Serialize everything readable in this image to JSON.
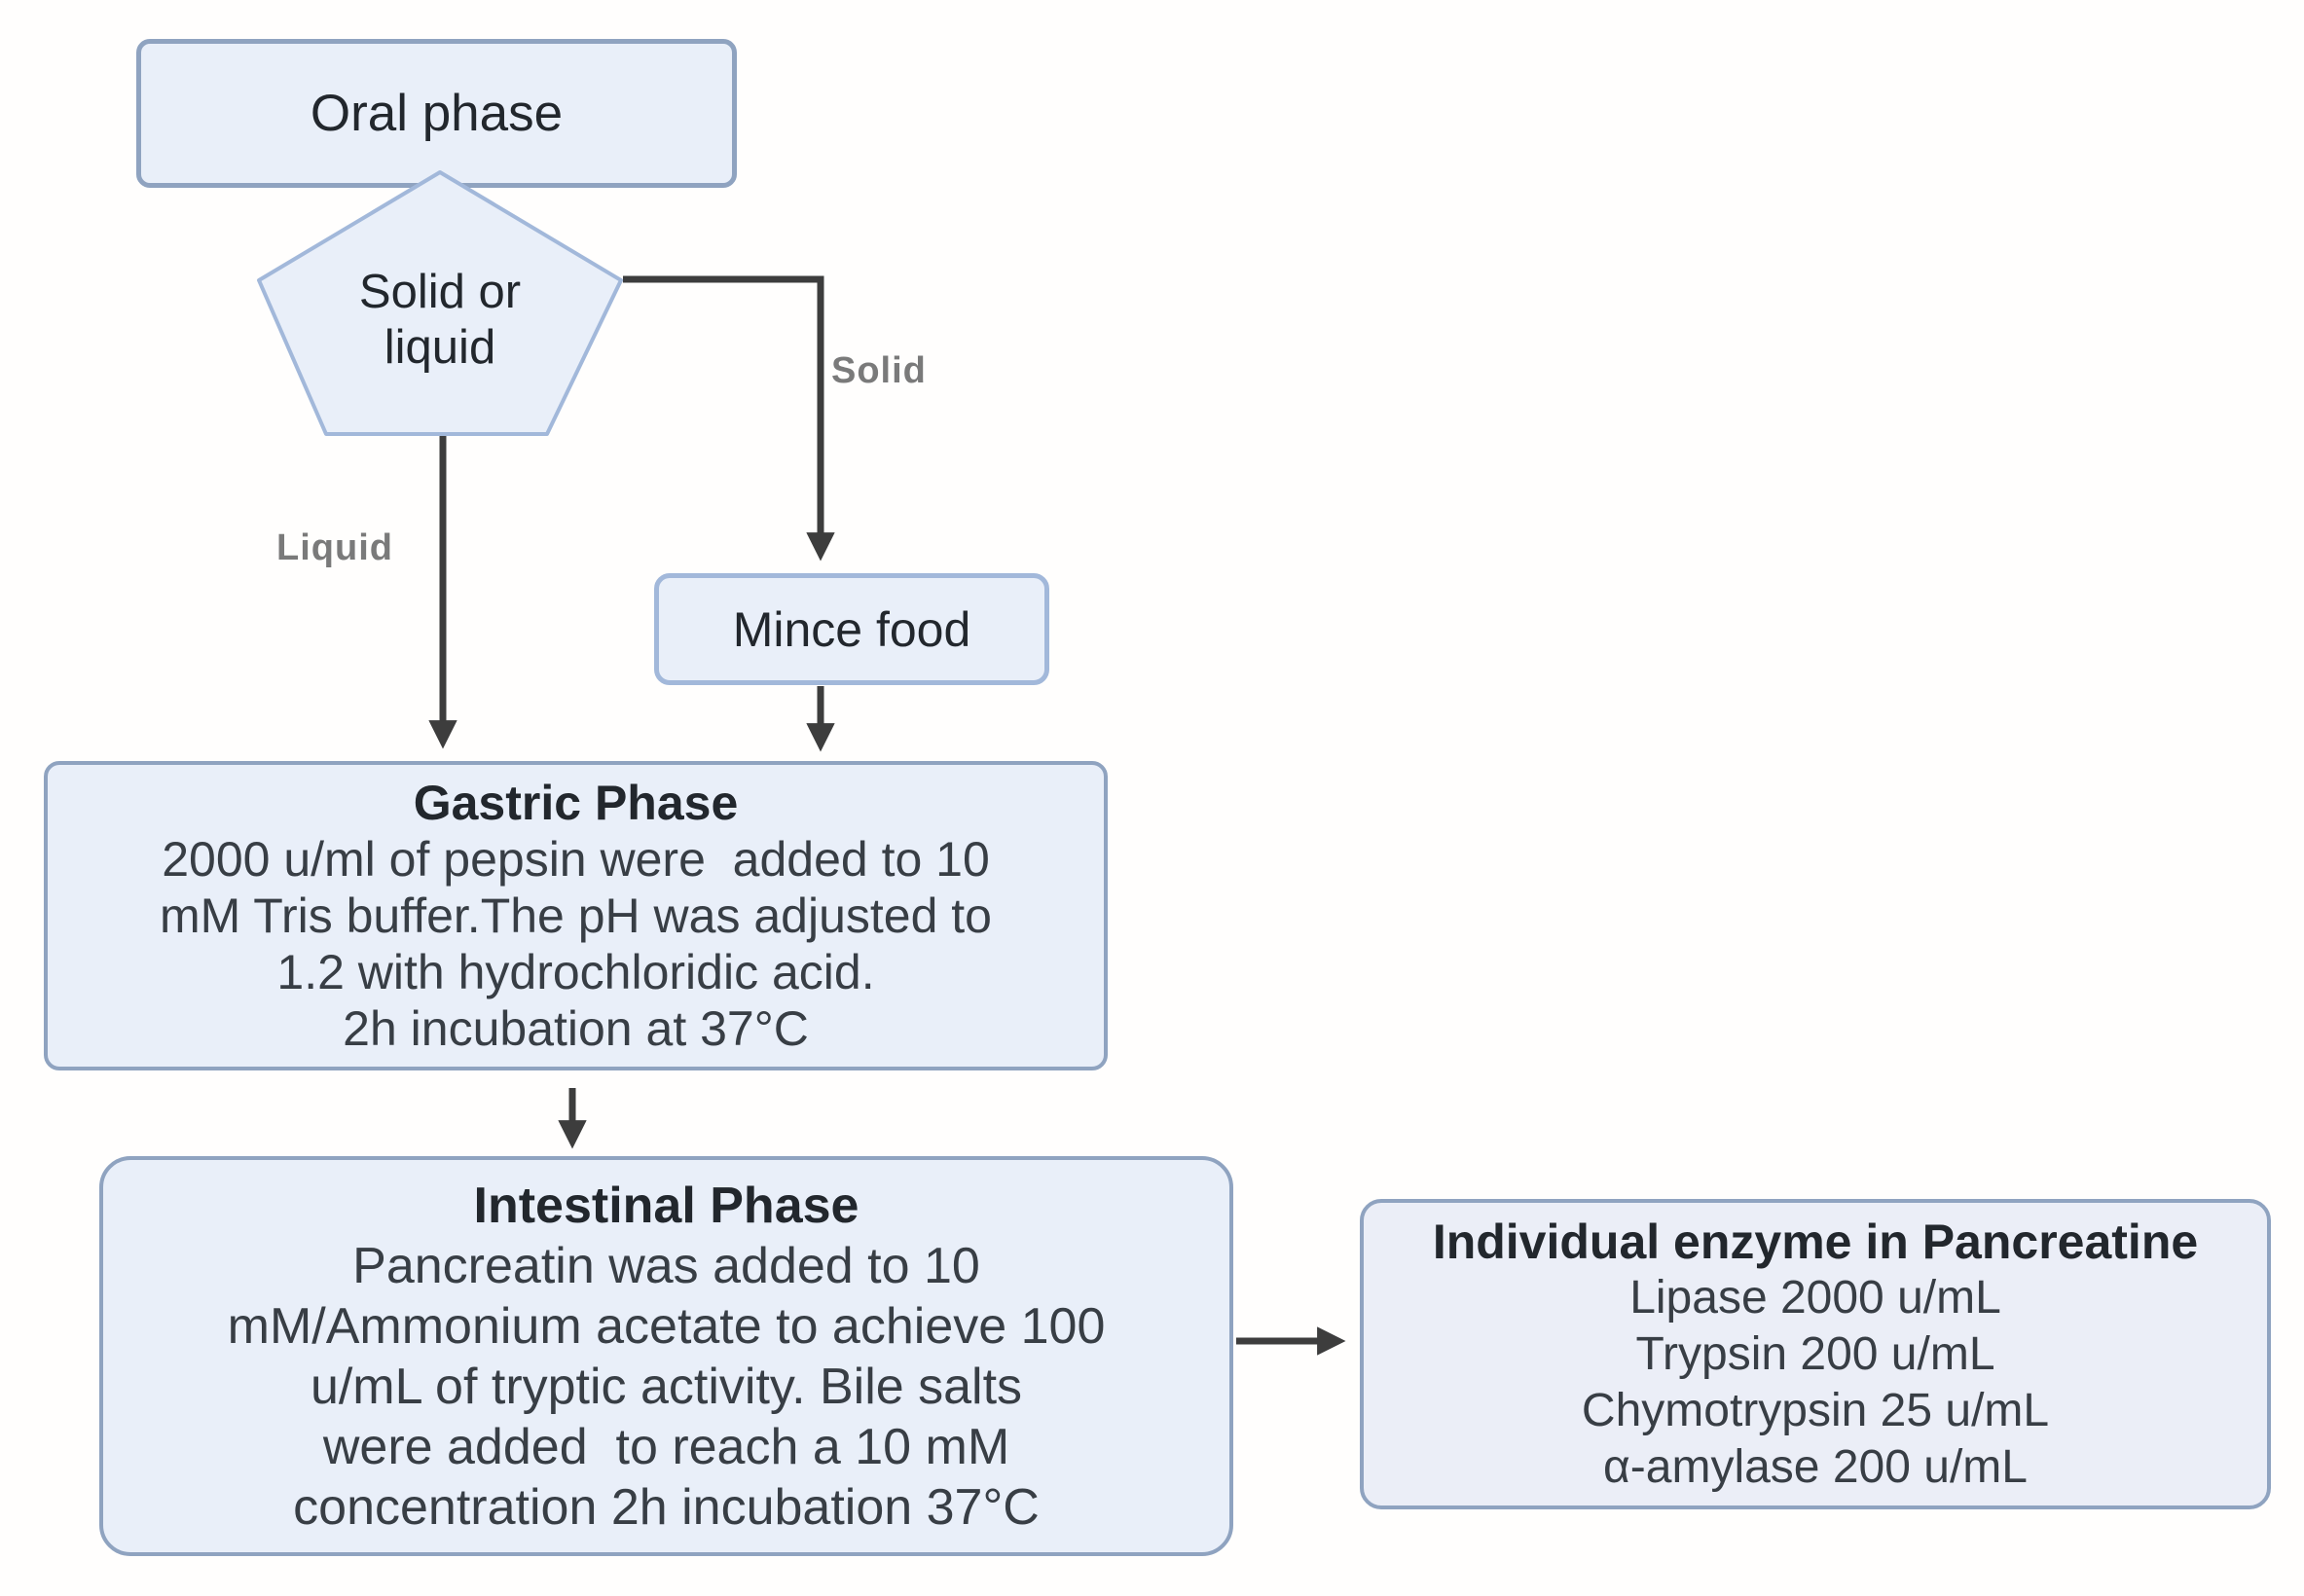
{
  "diagram": {
    "nodes": {
      "oral": {
        "label": "Oral phase"
      },
      "decision": {
        "line1": "Solid or",
        "line2": "liquid"
      },
      "mince": {
        "label": "Mince food"
      },
      "gastric": {
        "title": "Gastric Phase",
        "lines": [
          "2000 u/ml of pepsin were  added to 10",
          "mM Tris buffer.The pH was adjusted to",
          "1.2 with hydrochloridic acid.",
          "2h incubation at 37°C"
        ]
      },
      "intestinal": {
        "title": "Intestinal Phase",
        "lines": [
          "Pancreatin was added to 10",
          "mM/Ammonium acetate to achieve 100",
          "u/mL of tryptic activity. Bile salts",
          "were added  to reach a 10 mM",
          "concentration 2h incubation 37°C"
        ]
      },
      "pancreatine": {
        "title": "Individual enzyme in Pancreatine",
        "lines": [
          "Lipase 2000 u/mL",
          "Trypsin 200 u/mL",
          "Chymotrypsin 25 u/mL",
          "α-amylase 200 u/mL"
        ]
      }
    },
    "edges": {
      "solid_label": "Solid",
      "liquid_label": "Liquid"
    },
    "colors": {
      "box_fill": "#e9eff9",
      "box_border": "#8fa3c0",
      "pentagon_border": "#a2b8da",
      "arrow": "#3d3d3d",
      "edge_label": "#7a7a7a",
      "title_text": "#22272d",
      "body_text": "#383e45"
    }
  }
}
